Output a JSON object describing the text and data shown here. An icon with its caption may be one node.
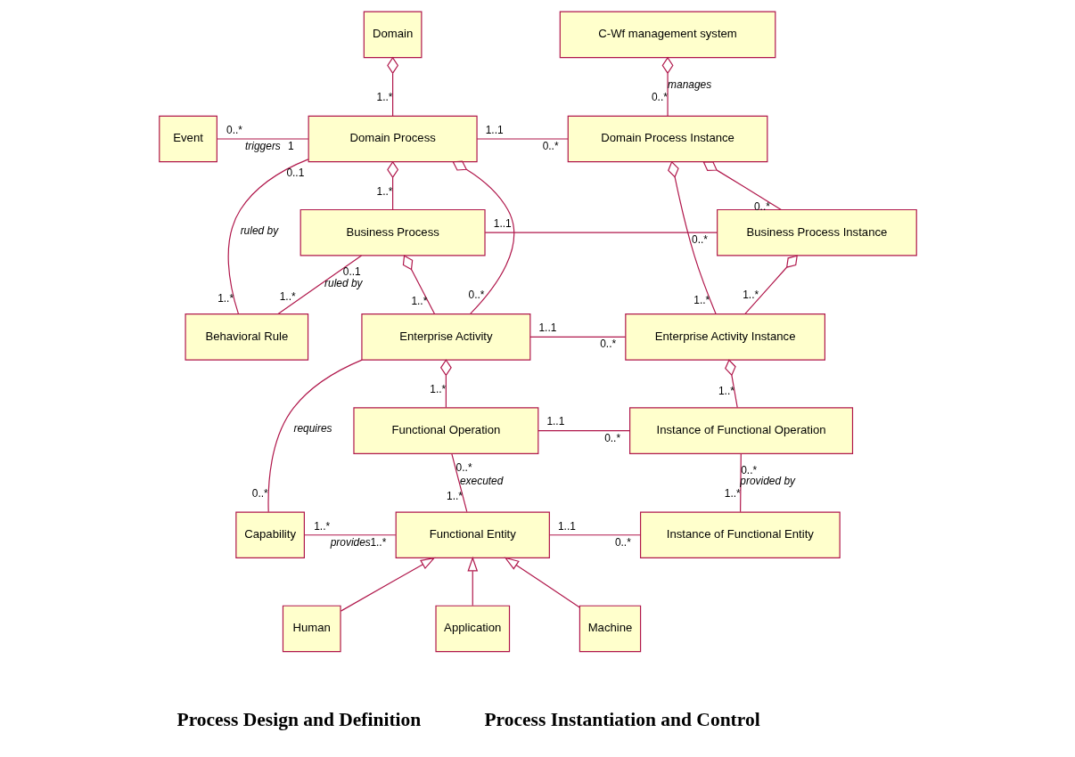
{
  "diagram": {
    "nodes": [
      {
        "text": [
          "Domain"
        ]
      },
      {
        "text": [
          "C-Wf management system"
        ]
      },
      {
        "text": [
          "Event"
        ]
      },
      {
        "text": [
          "Domain Process"
        ]
      },
      {
        "text": [
          "Domain Process Instance"
        ]
      },
      {
        "text": [
          "Business Process"
        ]
      },
      {
        "text": [
          "Business Process Instance"
        ]
      },
      {
        "text": [
          "Behavioral Rule"
        ]
      },
      {
        "text": [
          "Enterprise Activity"
        ]
      },
      {
        "text": [
          "Enterprise Activity Instance"
        ]
      },
      {
        "text": [
          "Functional Operation"
        ]
      },
      {
        "text": [
          "Instance of Functional Operation"
        ]
      },
      {
        "text": [
          "Capability"
        ]
      },
      {
        "text": [
          "Functional Entity"
        ]
      },
      {
        "text": [
          "Instance of Functional Entity"
        ]
      },
      {
        "text": [
          "Human"
        ]
      },
      {
        "text": [
          "Application"
        ]
      },
      {
        "text": [
          "Machine"
        ]
      }
    ],
    "edges": [
      {
        "from": 3,
        "to": 0,
        "arrow": "other"
      },
      {
        "from": 2,
        "to": 3,
        "arrow": "none",
        "label": "triggers"
      },
      {
        "from": 7,
        "to": 3,
        "arrow": "none",
        "label": "ruled by"
      },
      {
        "from": 3,
        "to": 4,
        "arrow": "none"
      },
      {
        "from": 4,
        "to": 1,
        "arrow": "other",
        "label": "manages"
      },
      {
        "from": 5,
        "to": 3,
        "arrow": "other"
      },
      {
        "from": 8,
        "to": 3,
        "arrow": "other"
      },
      {
        "from": 5,
        "to": 6,
        "arrow": "none"
      },
      {
        "from": 6,
        "to": 4,
        "arrow": "other"
      },
      {
        "from": 9,
        "to": 4,
        "arrow": "other"
      },
      {
        "from": 7,
        "to": 5,
        "arrow": "none",
        "label": "ruled by"
      },
      {
        "from": 8,
        "to": 5,
        "arrow": "other"
      },
      {
        "from": 9,
        "to": 6,
        "arrow": "other"
      },
      {
        "from": 8,
        "to": 9,
        "arrow": "none"
      },
      {
        "from": 10,
        "to": 8,
        "arrow": "other"
      },
      {
        "from": 11,
        "to": 9,
        "arrow": "other"
      },
      {
        "from": 10,
        "to": 11,
        "arrow": "none"
      },
      {
        "from": 12,
        "to": 8,
        "arrow": "none",
        "label": "requires"
      },
      {
        "from": 13,
        "to": 10,
        "arrow": "none",
        "label": "executed"
      },
      {
        "from": 14,
        "to": 11,
        "arrow": "none",
        "label": "provided by"
      },
      {
        "from": 12,
        "to": 13,
        "arrow": "none",
        "label": "provides"
      },
      {
        "from": 13,
        "to": 14,
        "arrow": "none"
      },
      {
        "from": 15,
        "to": 13,
        "arrow": "to"
      },
      {
        "from": 16,
        "to": 13,
        "arrow": "to"
      },
      {
        "from": 17,
        "to": 13,
        "arrow": "to"
      }
    ],
    "labels": [
      "1..*",
      "0..*",
      "0..*",
      "1",
      "0..1",
      "1..1",
      "0..*",
      "1..*",
      "0..*",
      "1..1",
      "0..*",
      "0..1",
      "1..*",
      "1..*",
      "1..*",
      "0..*",
      "1..*",
      "1..*",
      "1..1",
      "0..*",
      "1..*",
      "1..*",
      "1..1",
      "0..*",
      "0..*",
      "0..*",
      "0..*",
      "1..*",
      "1..*",
      "1..*",
      "1..*",
      "1..1",
      "0..*",
      "Process Design and Definition",
      "Process Instantiation and Control"
    ]
  }
}
